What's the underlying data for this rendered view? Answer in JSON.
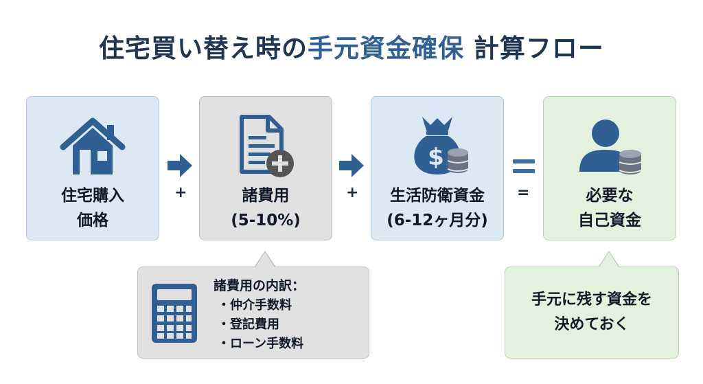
{
  "title": {
    "main": "住宅買い替え時の",
    "accent": "手元資金確保",
    "tail": " 計算フロー"
  },
  "colors": {
    "navy": "#1f3550",
    "accent_blue": "#2f5f93",
    "icon_blue": "#2f5f93",
    "box_blue": "#dde8f5",
    "box_gray": "#e1e1e1",
    "box_green": "#e3f2de"
  },
  "steps": [
    {
      "label_line1": "住宅購入",
      "label_line2": "価格",
      "icon": "house-icon"
    },
    {
      "label_line1": "諸費用",
      "label_line2": "(5-10%)",
      "icon": "document-plus-icon"
    },
    {
      "label_line1": "生活防衛資金",
      "label_line2": "(6-12ヶ月分)",
      "icon": "money-bag-icon"
    },
    {
      "label_line1": "必要な",
      "label_line2": "自己資金",
      "icon": "person-coins-icon"
    }
  ],
  "operators": {
    "plus1": "+",
    "plus2": "+",
    "equals": "="
  },
  "breakdown": {
    "title": "諸費用の内訳：",
    "items": [
      "・仲介手数料",
      "・登記費用",
      "・ローン手数料"
    ],
    "icon": "calculator-icon"
  },
  "note": {
    "line1": "手元に残す資金を",
    "line2": "決めておく"
  }
}
